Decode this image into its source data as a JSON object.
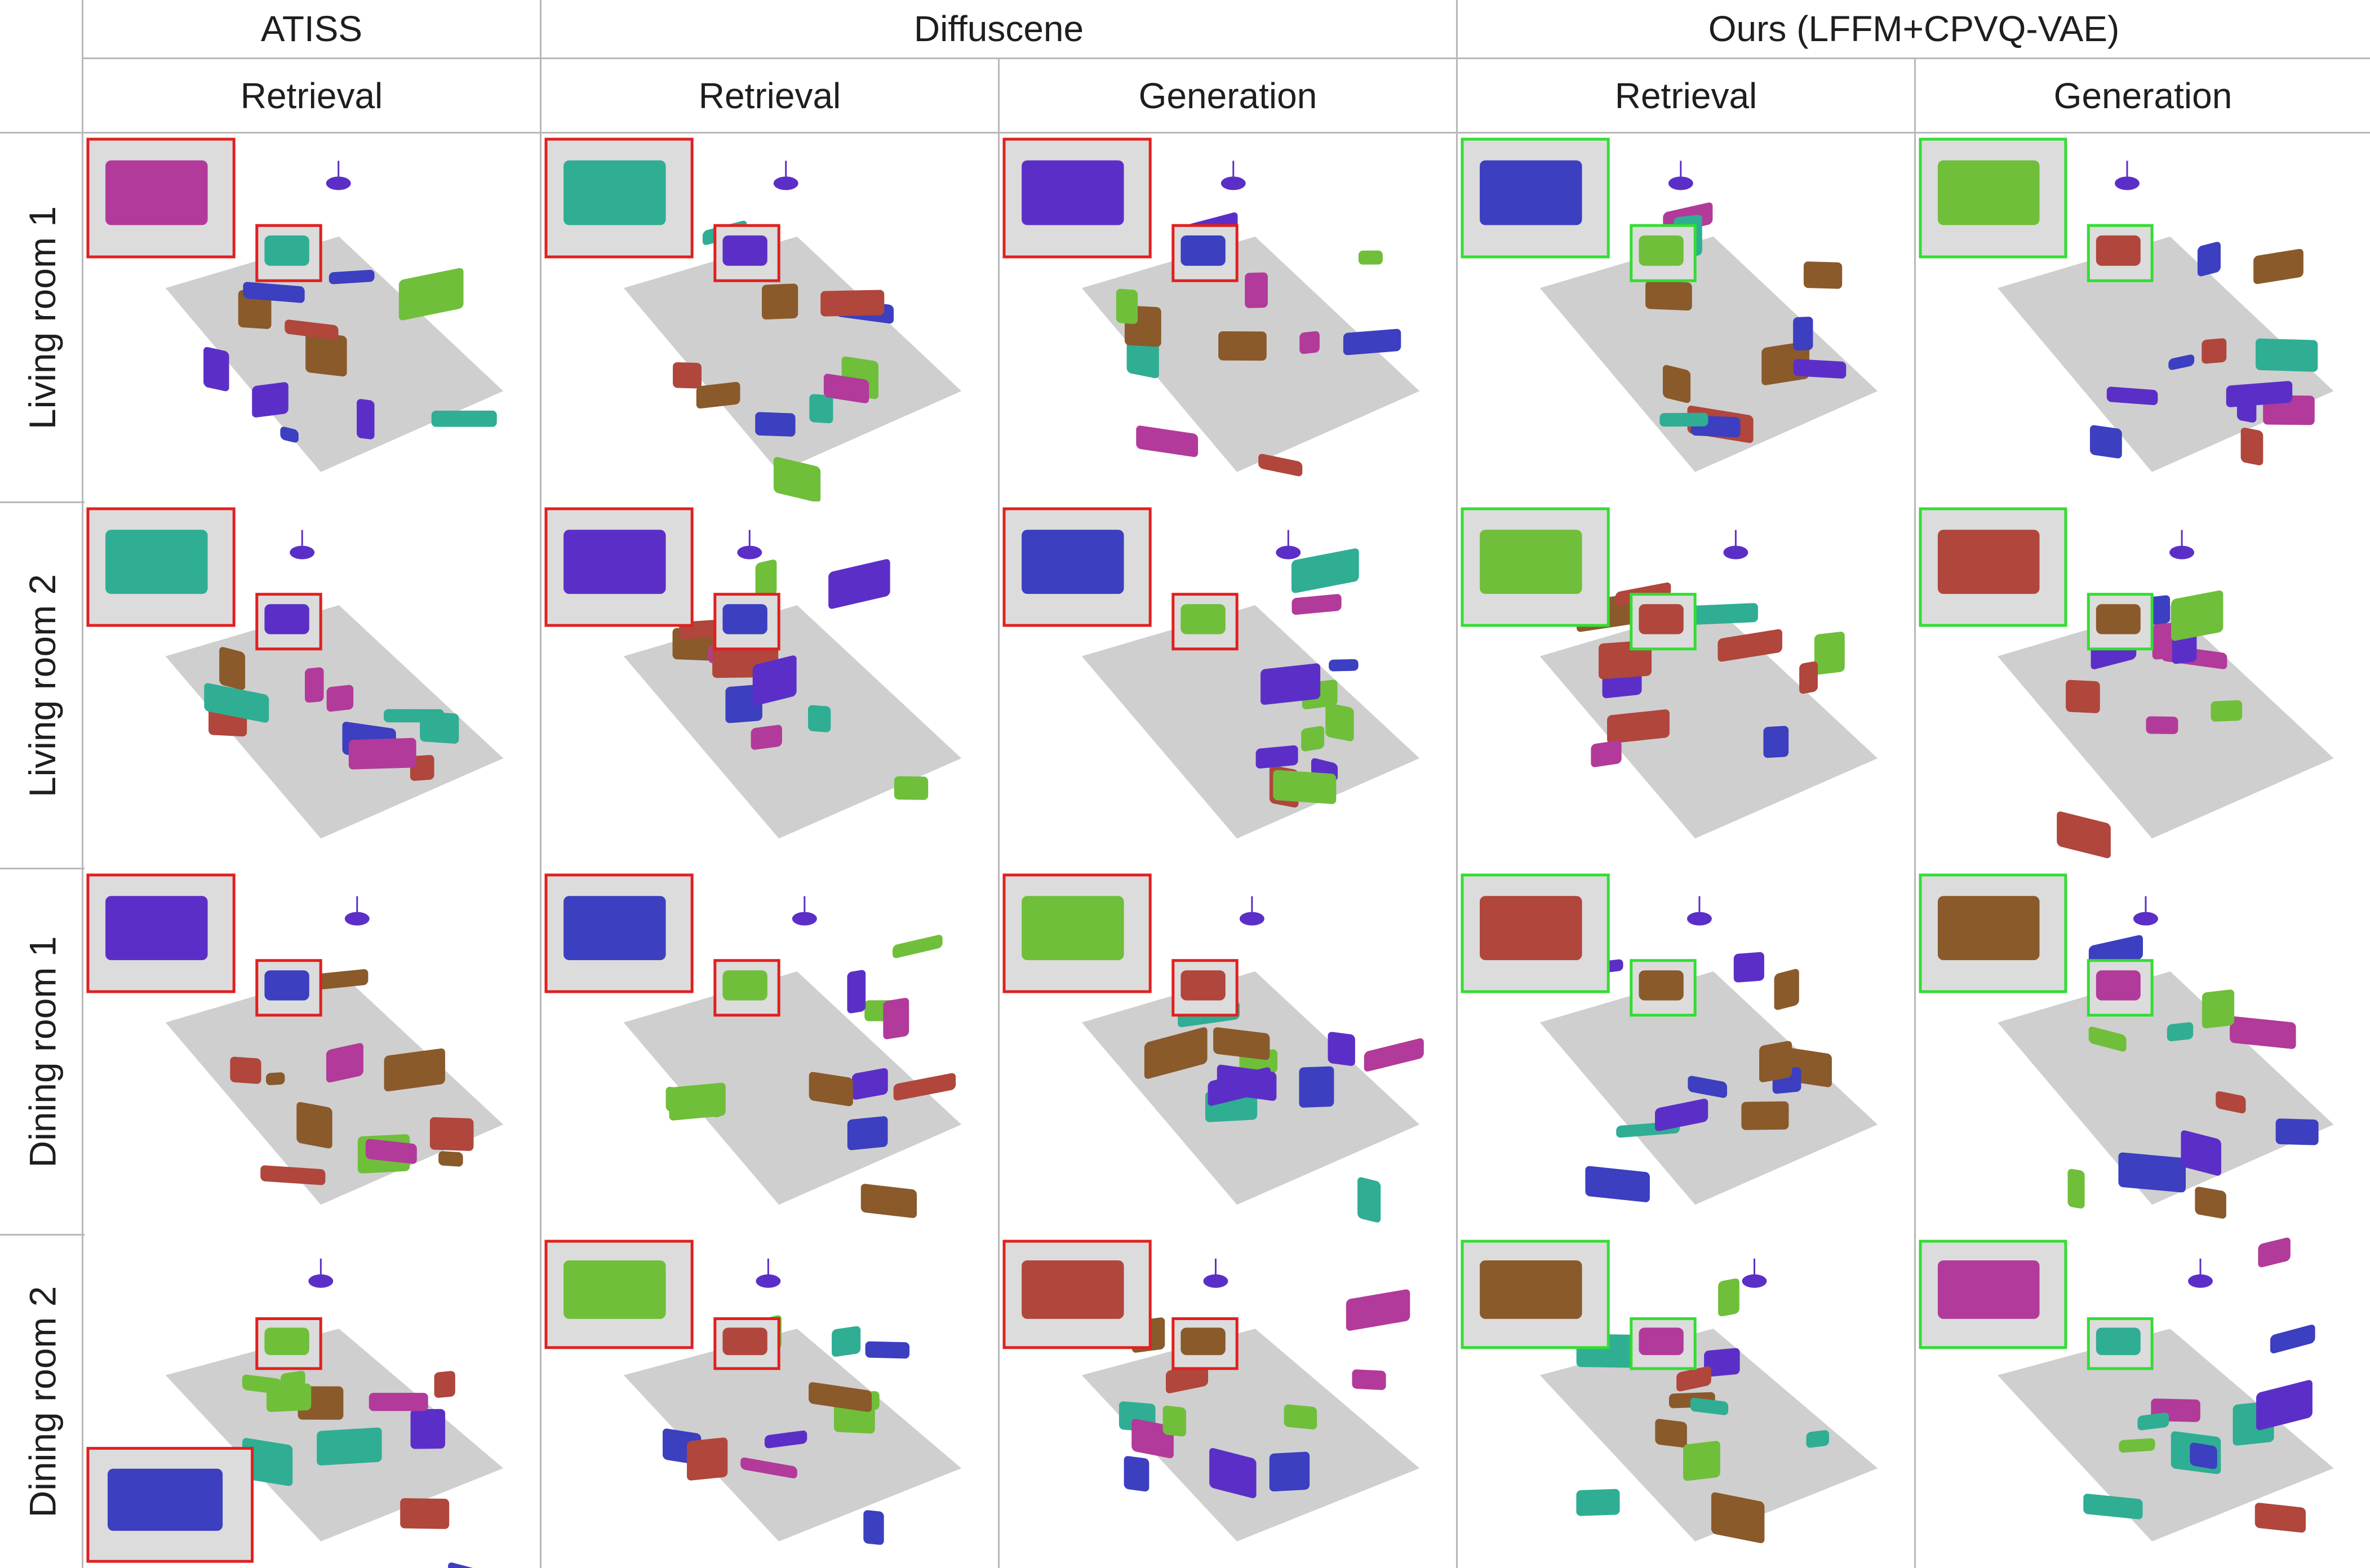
{
  "methods": [
    {
      "name": "ATISS",
      "modes": [
        "Retrieval"
      ]
    },
    {
      "name": "Diffuscene",
      "modes": [
        "Retrieval",
        "Generation"
      ]
    },
    {
      "name": "Ours (LFFM+CPVQ-VAE)",
      "modes": [
        "Retrieval",
        "Generation"
      ]
    }
  ],
  "rows": [
    "Living room 1",
    "Living room 2",
    "Dining room 1",
    "Dining room 2"
  ],
  "colors": {
    "magenta": "#b23a9a",
    "teal": "#2fae94",
    "purple": "#5b2fc7",
    "blue": "#3b3fc0",
    "green": "#6fbf3a",
    "red": "#b0463c",
    "brown": "#8a5a2b",
    "floor": "#cfcfcf",
    "frame_bad": "#e02020",
    "frame_good": "#33dd33"
  }
}
